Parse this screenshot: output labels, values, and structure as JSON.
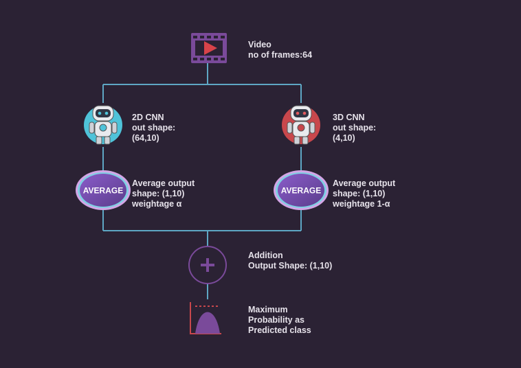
{
  "colors": {
    "background": "#2b2234",
    "connector": "#5ea7c4",
    "purple": "#7a4a9a",
    "cyan_badge": "#4fc3d9",
    "red_badge": "#c8474c",
    "chart_red": "#c8474c"
  },
  "video": {
    "icon": "video-play-icon",
    "title": "Video",
    "frames": "no of frames:64"
  },
  "cnn_2d": {
    "icon": "robot-icon",
    "title": "2D CNN",
    "line2": "out shape:",
    "line3": "(64,10)"
  },
  "cnn_3d": {
    "icon": "robot-icon",
    "title": "3D CNN",
    "line2": "out shape:",
    "line3": "(4,10)"
  },
  "avg_left": {
    "badge": "AVERAGE",
    "line1": "Average output",
    "line2": "shape: (1,10)",
    "line3": "weightage α"
  },
  "avg_right": {
    "badge": "AVERAGE",
    "line1": "Average output",
    "line2": "shape: (1,10)",
    "line3": "weightage 1-α"
  },
  "addition": {
    "icon": "plus-icon",
    "line1": "Addition",
    "line2": "Output Shape: (1,10)"
  },
  "prediction": {
    "icon": "distribution-curve-icon",
    "line1": "Maximum",
    "line2": "Probability as",
    "line3": "Predicted class"
  }
}
